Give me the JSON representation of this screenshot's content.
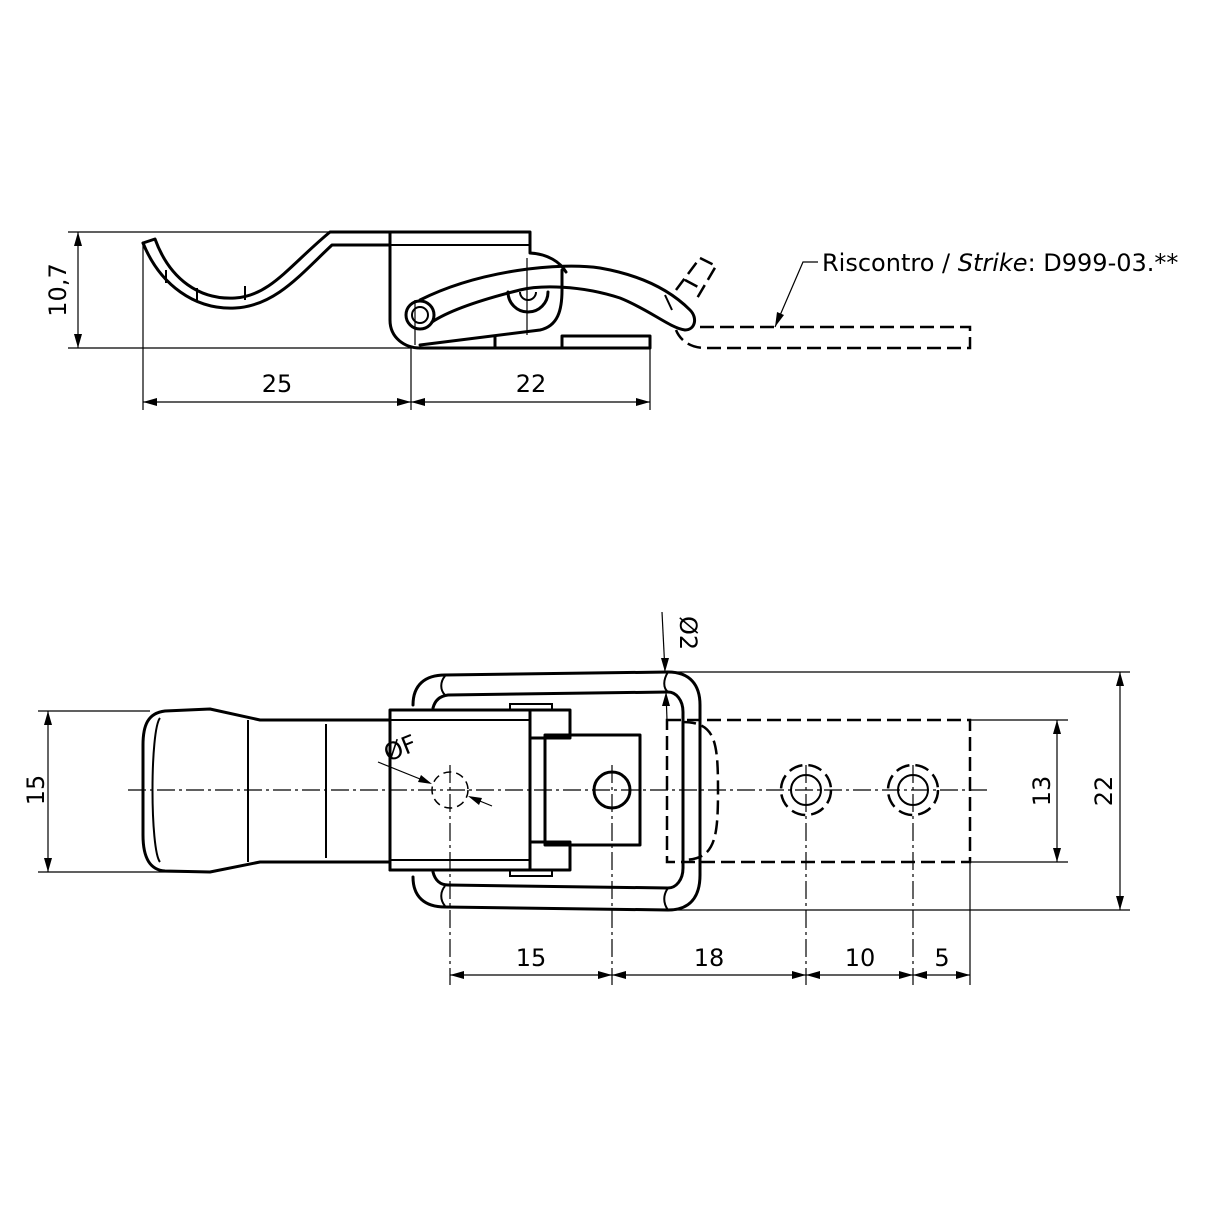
{
  "side_view": {
    "height_dim": "10,7",
    "width_dim_left": "25",
    "width_dim_right": "22",
    "strike_label_prefix": "Riscontro / ",
    "strike_label_italic": "Strike",
    "strike_label_suffix": ": D999-03.**"
  },
  "top_view": {
    "hole_diameter_small": "Ø2",
    "hole_diameter_f": "ØF",
    "height_dim_left": "15",
    "height_dim_strike": "13",
    "height_dim_overall": "22",
    "spacing_dims": [
      "15",
      "18",
      "10",
      "5"
    ]
  }
}
